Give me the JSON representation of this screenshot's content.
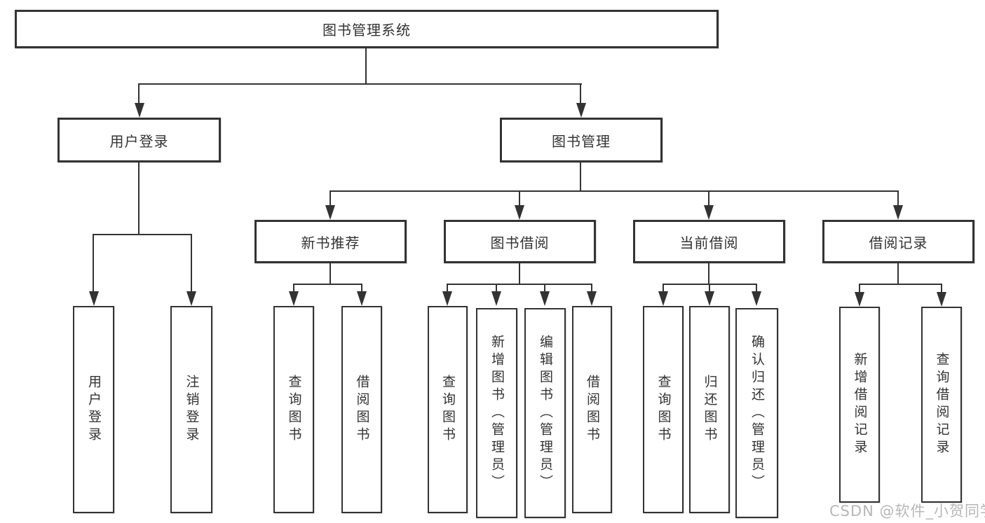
{
  "tree": {
    "root": {
      "label": "图书管理系统",
      "children": [
        {
          "label": "用户登录",
          "children": [
            {
              "label": "用户登录"
            },
            {
              "label": "注销登录"
            }
          ]
        },
        {
          "label": "图书管理",
          "children": [
            {
              "label": "新书推荐",
              "children": [
                {
                  "label": "查询图书"
                },
                {
                  "label": "借阅图书"
                }
              ]
            },
            {
              "label": "图书借阅",
              "children": [
                {
                  "label": "查询图书"
                },
                {
                  "label": "新增图书（管理员）"
                },
                {
                  "label": "编辑图书（管理员）"
                },
                {
                  "label": "借阅图书"
                }
              ]
            },
            {
              "label": "当前借阅",
              "children": [
                {
                  "label": "查询图书"
                },
                {
                  "label": "归还图书"
                },
                {
                  "label": "确认归还（管理员）"
                }
              ]
            },
            {
              "label": "借阅记录",
              "children": [
                {
                  "label": "新增借阅记录"
                },
                {
                  "label": "查询借阅记录"
                }
              ]
            }
          ]
        }
      ]
    }
  },
  "watermark": {
    "text": "CSDN @软件_小贺同学"
  },
  "colors": {
    "line": "#333333",
    "box_fill": "#ffffff",
    "text": "#333333",
    "watermark": "#afafaf"
  }
}
